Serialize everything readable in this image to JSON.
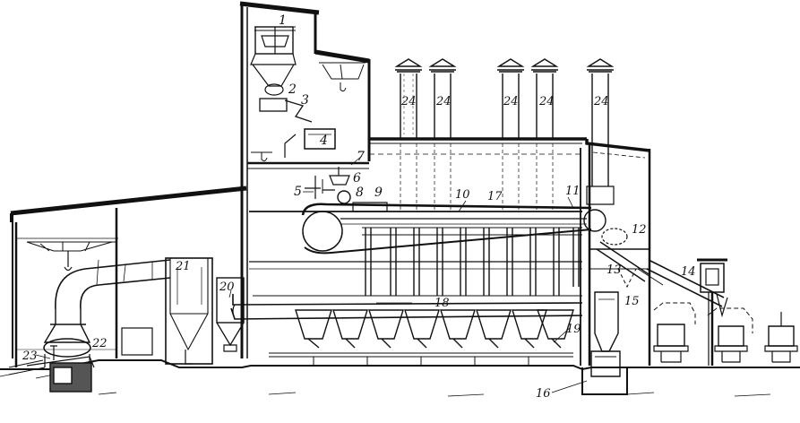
{
  "diagram": {
    "callouts": {
      "c1": "1",
      "c2": "2",
      "c3": "3",
      "c4": "4",
      "c5": "5",
      "c6": "6",
      "c7": "7",
      "c8": "8",
      "c9": "9",
      "c10": "10",
      "c11": "11",
      "c12": "12",
      "c13": "13",
      "c14": "14",
      "c15": "15",
      "c16": "16",
      "c17": "17",
      "c18": "18",
      "c19": "19",
      "c20": "20",
      "c21": "21",
      "c22": "22",
      "c23": "23",
      "vent": "24"
    }
  }
}
